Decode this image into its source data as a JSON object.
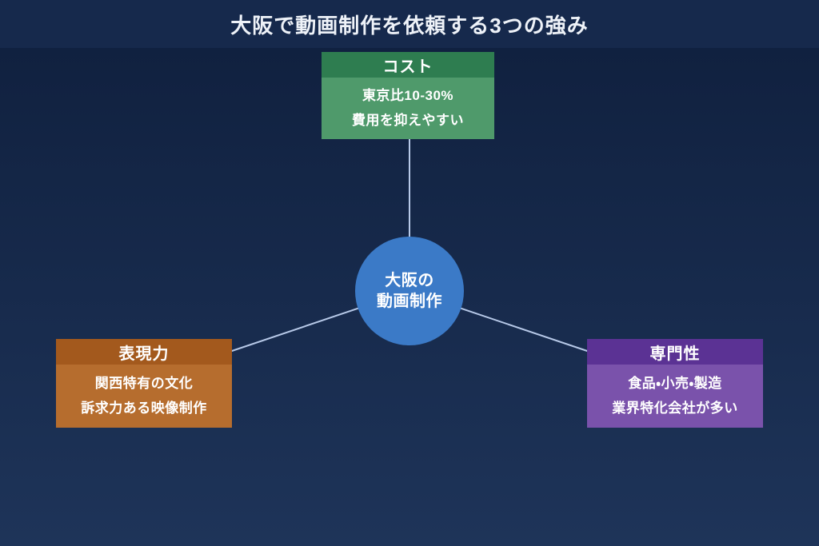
{
  "title": "大阪で動画制作を依頼する3つの強み",
  "background": {
    "title_band": "#16294c",
    "body_top": "#0f1f3d",
    "body_bottom": "#1e3459"
  },
  "connector_color": "#b7c9e8",
  "center": {
    "label_line1": "大阪の",
    "label_line2": "動画制作",
    "color": "#3b7ac7"
  },
  "cards": {
    "cost": {
      "header": "コスト",
      "line1": "東京比10-30%",
      "line2": "費用を抑えやすい",
      "header_color": "#2e7d50",
      "body_color": "#4f9a6b"
    },
    "expression": {
      "header": "表現力",
      "line1": "関西特有の文化",
      "line2": "訴求力ある映像制作",
      "header_color": "#a3591d",
      "body_color": "#b66d2e"
    },
    "specialty": {
      "header": "専門性",
      "line1": "食品・小売・製造",
      "line2": "業界特化会社が多い",
      "header_color": "#5b3294",
      "body_color": "#7a52ab"
    }
  }
}
